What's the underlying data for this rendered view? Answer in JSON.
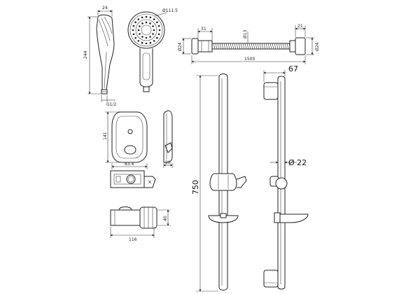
{
  "dimensions": {
    "handset_head_depth": "24",
    "handset_length": "244",
    "handset_connector": "G1/2",
    "handset_face_diameter": "Ø111.5",
    "hose_end_diameter": "Ø24",
    "hose_end_length": "31",
    "hose_mid_diameter": "Ø13",
    "hose_length": "1500",
    "hose_nut_length": "21",
    "hose_nut_diameter": "Ø24",
    "dish_height": "141",
    "dish_width": "83.4",
    "dish_depth": "20",
    "slider_width": "116",
    "slider_height": "40",
    "rail_length": "750",
    "rail_projection": "67",
    "rail_diameter": "Ø 22"
  }
}
